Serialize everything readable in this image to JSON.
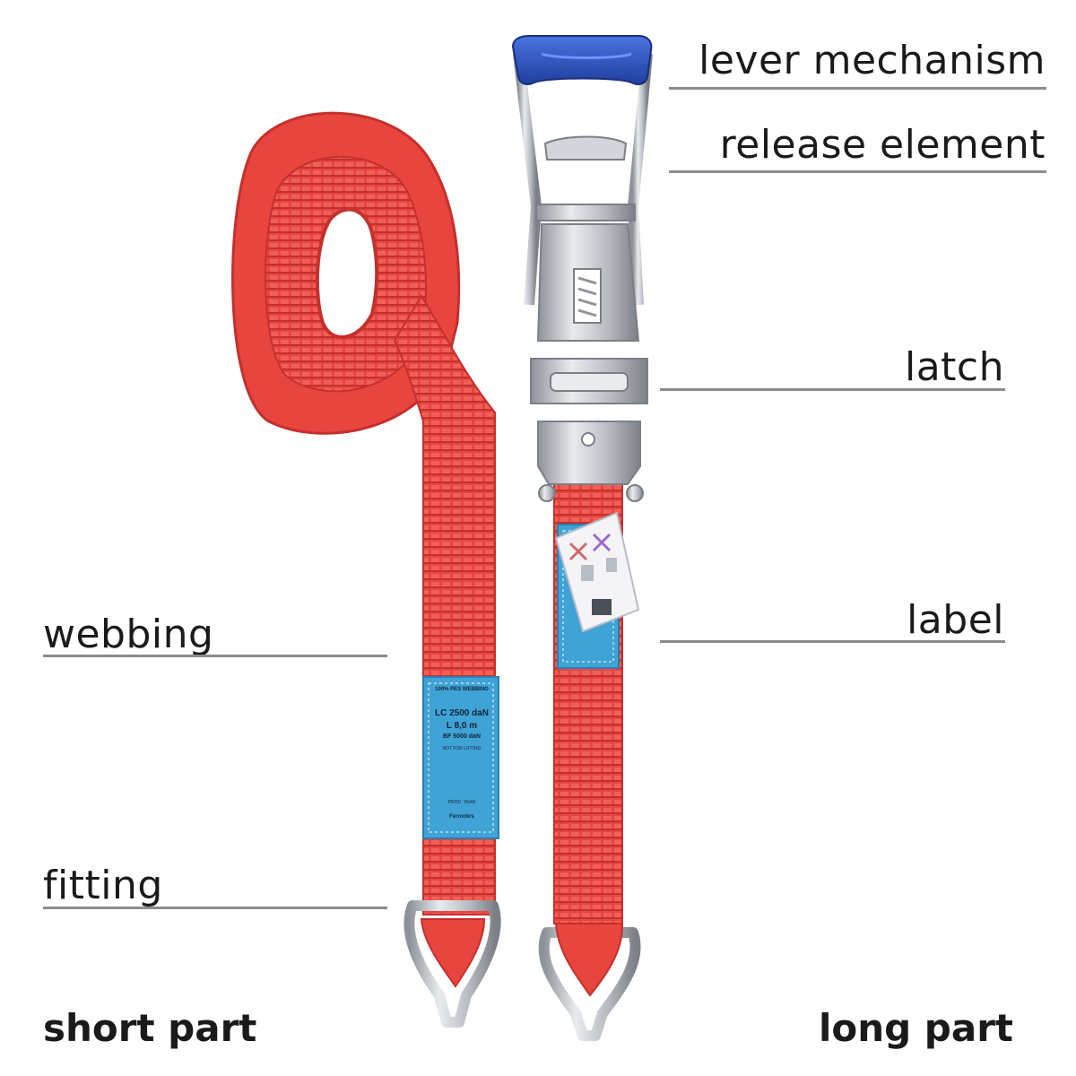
{
  "callouts": {
    "lever_mechanism": "lever mechanism",
    "release_element": "release element",
    "latch": "latch",
    "label": "label",
    "webbing": "webbing",
    "fitting": "fitting"
  },
  "parts": {
    "short": "short part",
    "long": "long part"
  },
  "tag_short": {
    "line1": "100% PES WEBBING",
    "line2": "LC 2500 daN",
    "line3": "L 8,0 m",
    "line4": "BF 5000 daN",
    "line5": "NOT FOR LIFTING",
    "line6": "PROD. YEAR",
    "brand": "Ferrockrs"
  },
  "colors": {
    "webbing": "#e8453f",
    "webbing_dark": "#c4302c",
    "tag": "#3fa3d6",
    "handle": "#2c55c4",
    "steel": "#c9ccd1",
    "callout_line": "#8c8c8c"
  }
}
